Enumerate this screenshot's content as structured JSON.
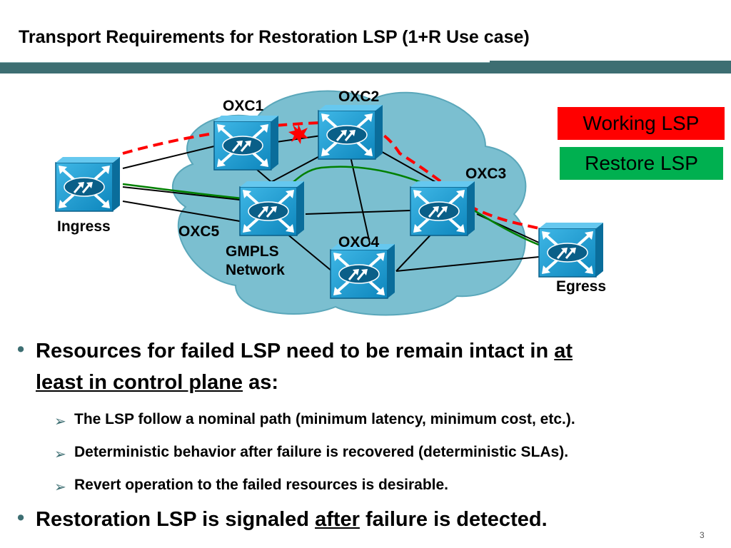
{
  "slide": {
    "title": "Transport Requirements for Restoration LSP (1+R Use case)",
    "page_number": "3"
  },
  "diagram": {
    "cloud_color": "#7bbfd0",
    "node_color": "#1a9bcd",
    "nodes": {
      "oxc1": "OXC1",
      "oxc2": "OXC2",
      "oxc3": "OXC3",
      "oxc4": "OXC4",
      "oxc5": "OXC5",
      "ingress": "Ingress",
      "egress": "Egress"
    },
    "network_label_line1": "GMPLS",
    "network_label_line2": "Network",
    "legend": {
      "working": "Working LSP",
      "restore": "Restore LSP",
      "working_color": "#ff0000",
      "restore_color": "#00b050"
    }
  },
  "bullets": {
    "b1_part1": "Resources for failed LSP need to be remain intact in ",
    "b1_underline1": "at",
    "b1_underline2": "least in control plane",
    "b1_part2": " as:",
    "sub1": "The LSP follow a nominal path (minimum latency, minimum cost, etc.).",
    "sub2": "Deterministic behavior after failure is recovered (deterministic SLAs).",
    "sub3": "Revert operation to the failed resources is desirable.",
    "b2_part1": "Restoration LSP is signaled ",
    "b2_underline": "after",
    "b2_part2": " failure is detected.",
    "bullet_glyph": "•",
    "arrow_glyph": "➢"
  }
}
